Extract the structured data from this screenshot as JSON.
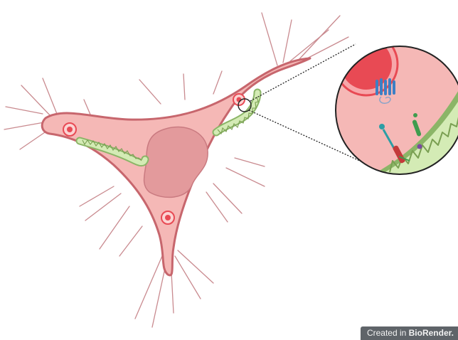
{
  "watermark": {
    "prefix": "Created in ",
    "brand": "BioRender."
  },
  "colors": {
    "cytoplasm": "#f5b8b6",
    "membrane": "#c7666d",
    "nucleus": "#e39a9c",
    "nucleus_outline": "#c97a80",
    "mitochondria_fill": "#d4ebb5",
    "mitochondria_outline": "#8bb567",
    "cristae": "#7a9f52",
    "endosome": "#e84a54",
    "filopodia": "#c98a8f",
    "zoom_lines": "#222222",
    "receptor_blue": "#3d7fc4",
    "receptor_teal": "#2c9ea5",
    "receptor_red": "#c33a3a",
    "receptor_green": "#3f9c4e",
    "particle_purple": "#7a4ba0",
    "watermark_bg": "#5f6469"
  },
  "icons": {
    "cell": "cell-illustration",
    "zoom": "zoom-inset-circle"
  }
}
